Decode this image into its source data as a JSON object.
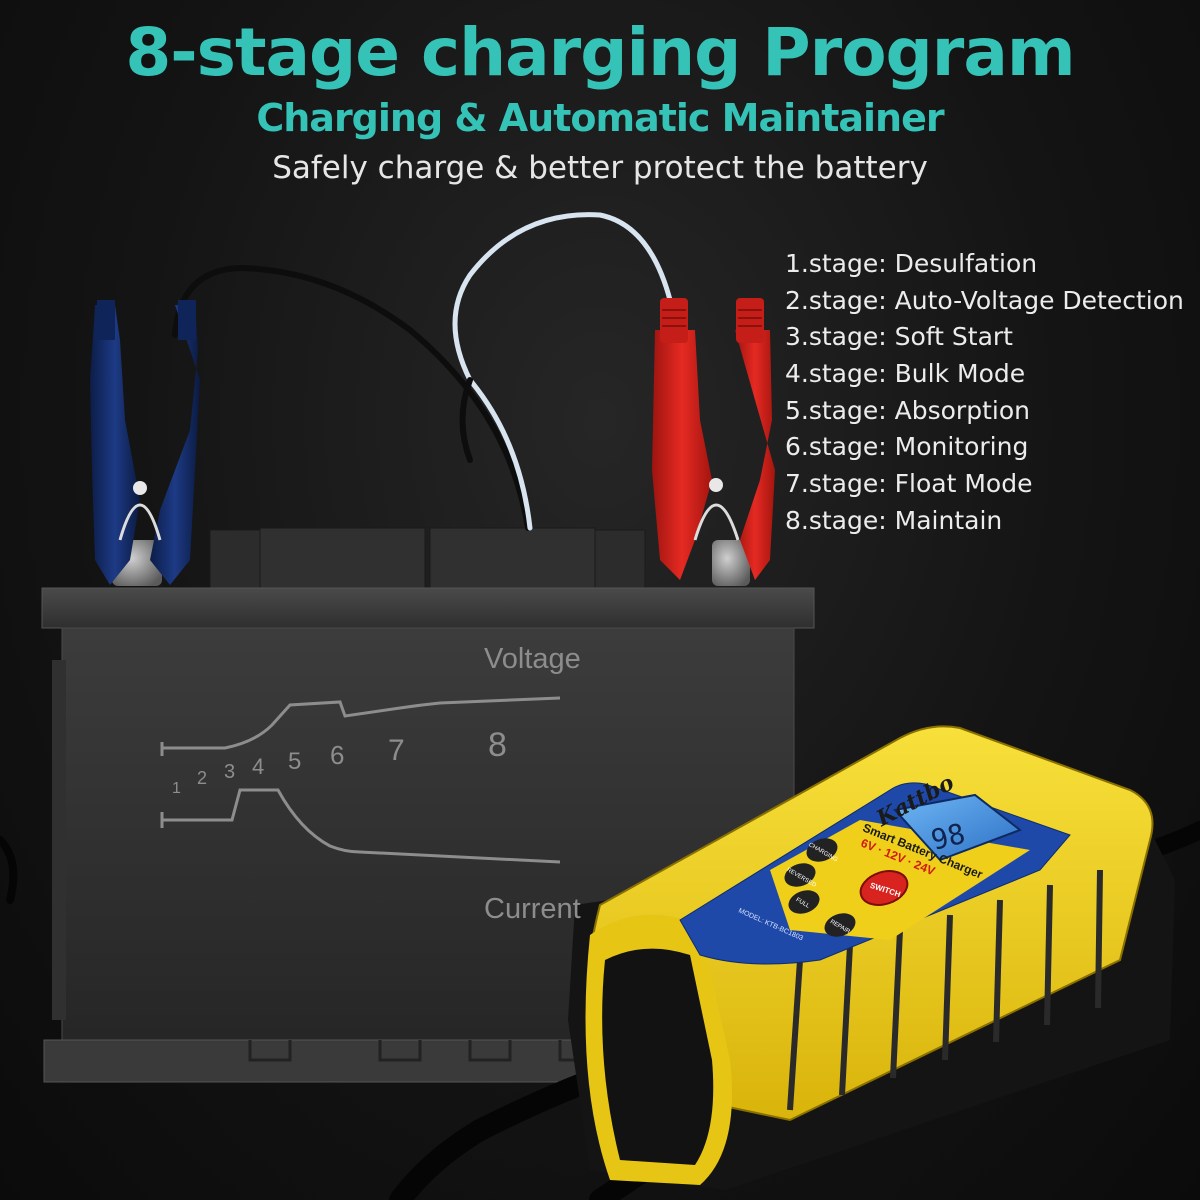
{
  "header": {
    "title": "8-stage charging Program",
    "subtitle": "Charging & Automatic Maintainer",
    "tagline": "Safely charge & better protect the battery"
  },
  "stages": [
    {
      "number": "1.stage:",
      "name": "Desulfation"
    },
    {
      "number": "2.stage:",
      "name": "Auto-Voltage Detection"
    },
    {
      "number": "3.stage:",
      "name": "Soft Start"
    },
    {
      "number": "4.stage:",
      "name": "Bulk Mode"
    },
    {
      "number": "5.stage:",
      "name": "Absorption"
    },
    {
      "number": "6.stage:",
      "name": "Monitoring"
    },
    {
      "number": "7.stage:",
      "name": "Float Mode"
    },
    {
      "number": "8.stage:",
      "name": "Maintain"
    }
  ],
  "graph": {
    "voltage_label": "Voltage",
    "current_label": "Current",
    "stage_numbers": [
      "1",
      "2",
      "3",
      "4",
      "5",
      "6",
      "7",
      "8"
    ]
  },
  "charger": {
    "brand": "Kattbo",
    "product_name": "Smart Battery Charger",
    "voltage_spec": "6V · 12V · 24V",
    "display_value": "98",
    "switch_label": "SWITCH",
    "indicators": [
      "CHARGING",
      "REVERSED",
      "FULL",
      "REPAIR"
    ],
    "model_label": "MODEL: KTB-BC1803"
  },
  "colors": {
    "accent": "#35c3b8",
    "charger_yellow": "#f1d21a",
    "clamp_red": "#d8231e",
    "clamp_blue": "#16306e",
    "lcd_blue": "#3a8fe0"
  }
}
